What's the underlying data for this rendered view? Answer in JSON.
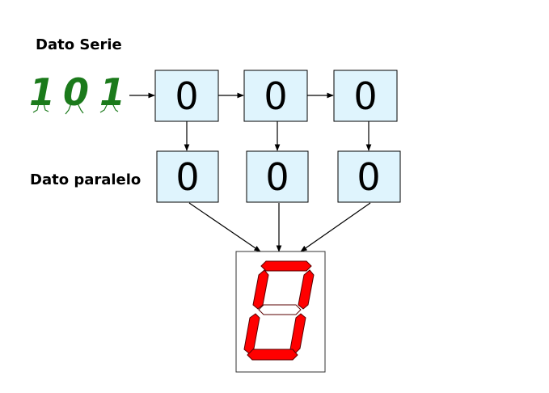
{
  "labels": {
    "serial": "Dato Serie",
    "parallel": "Dato paralelo"
  },
  "serial_input": [
    "1",
    "0",
    "1"
  ],
  "shift_register": [
    "0",
    "0",
    "0"
  ],
  "parallel_register": [
    "0",
    "0",
    "0"
  ],
  "display": {
    "digit": "0",
    "on_color": "#ff0000",
    "off_color": "#ffffff"
  },
  "colors": {
    "serial_digits": "#1b7a1b",
    "register_fill": "#dff4fd"
  }
}
